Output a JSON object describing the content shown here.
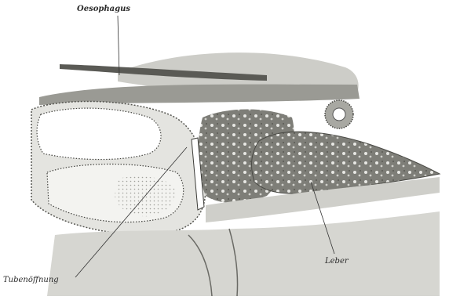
{
  "labels": {
    "oesophagus": "Oesophagus",
    "tubenoeffnung": "Tubenöffnung",
    "leber": "Leber"
  },
  "colors": {
    "background": "#ffffff",
    "tissue_light": "#d9d9d4",
    "tissue_mid": "#b8b8b2",
    "tissue_dark": "#6f6f6a",
    "liver": "#7a7a74",
    "outline": "#3c3c38"
  }
}
